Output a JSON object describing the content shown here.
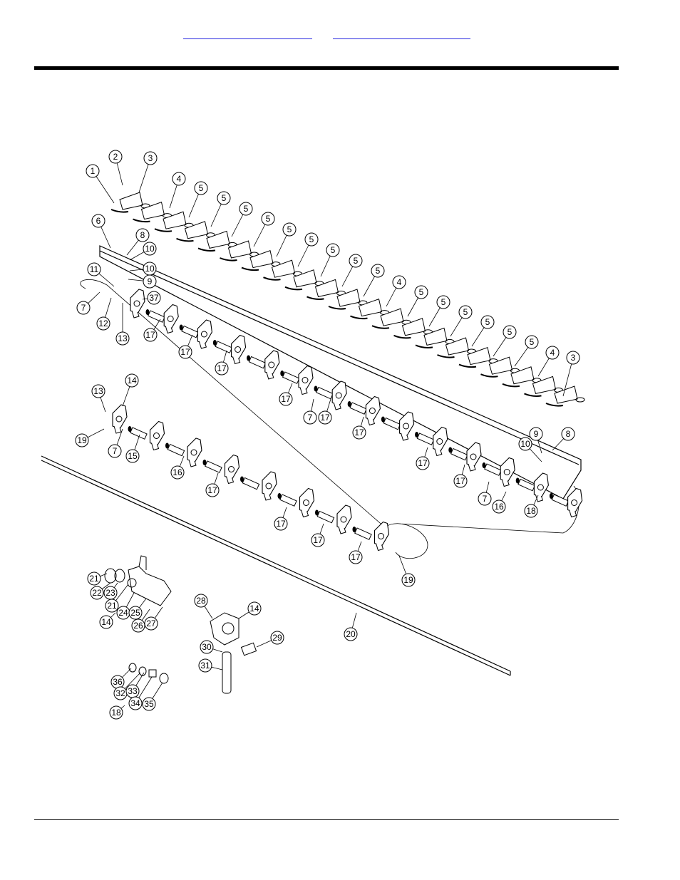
{
  "header": {
    "link_left": "",
    "link_right": ""
  },
  "callout_labels": [
    "1",
    "2",
    "3",
    "4",
    "5",
    "6",
    "7",
    "8",
    "9",
    "10",
    "11",
    "12",
    "13",
    "14",
    "15",
    "16",
    "17",
    "18",
    "19",
    "20",
    "21",
    "22",
    "23",
    "24",
    "25",
    "26",
    "27",
    "28",
    "29",
    "30",
    "31",
    "32",
    "33",
    "34",
    "35",
    "36",
    "37"
  ]
}
